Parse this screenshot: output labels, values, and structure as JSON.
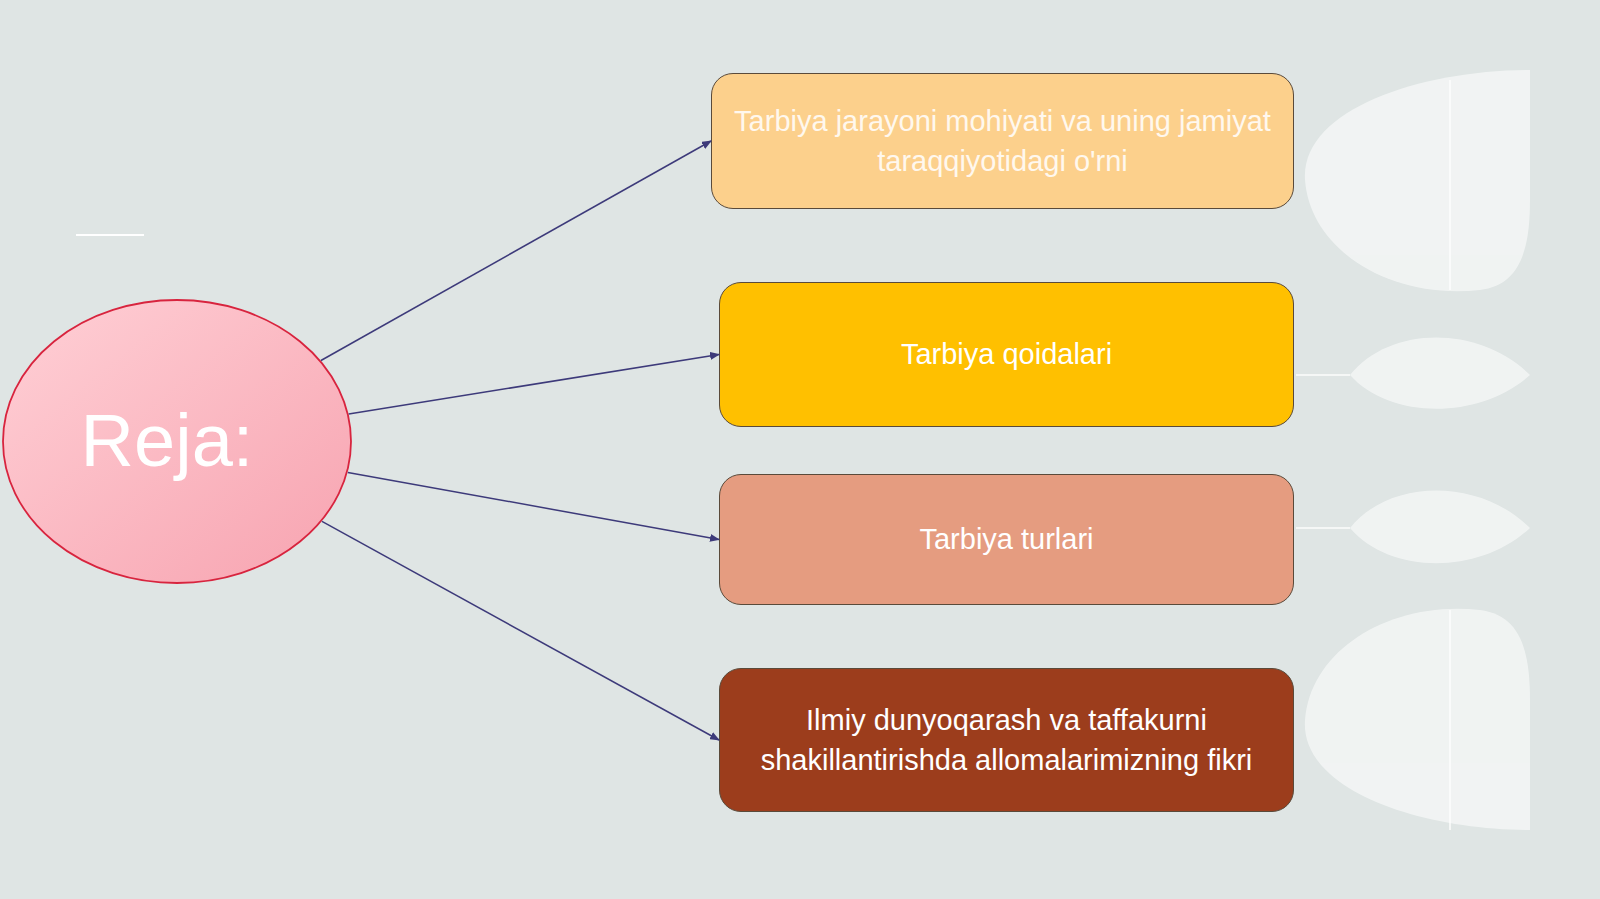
{
  "diagram": {
    "nodes": [
      {
        "text": [
          "Reja:"
        ]
      },
      {
        "text": [
          "Tarbiya jarayoni mohiyati va uning jamiyat taraqqiyotidagi o'rni"
        ]
      },
      {
        "text": [
          "Tarbiya qoidalari"
        ]
      },
      {
        "text": [
          "Tarbiya turlari"
        ]
      },
      {
        "text": [
          "Ilmiy dunyoqarash va taffakurni shakillantirishda allomalarimizning fikri"
        ]
      }
    ],
    "edges": [
      {
        "from": 0,
        "to": 1,
        "arrow": "to"
      },
      {
        "from": 0,
        "to": 2,
        "arrow": "to"
      },
      {
        "from": 0,
        "to": 3,
        "arrow": "to"
      },
      {
        "from": 0,
        "to": 4,
        "arrow": "to"
      }
    ]
  }
}
